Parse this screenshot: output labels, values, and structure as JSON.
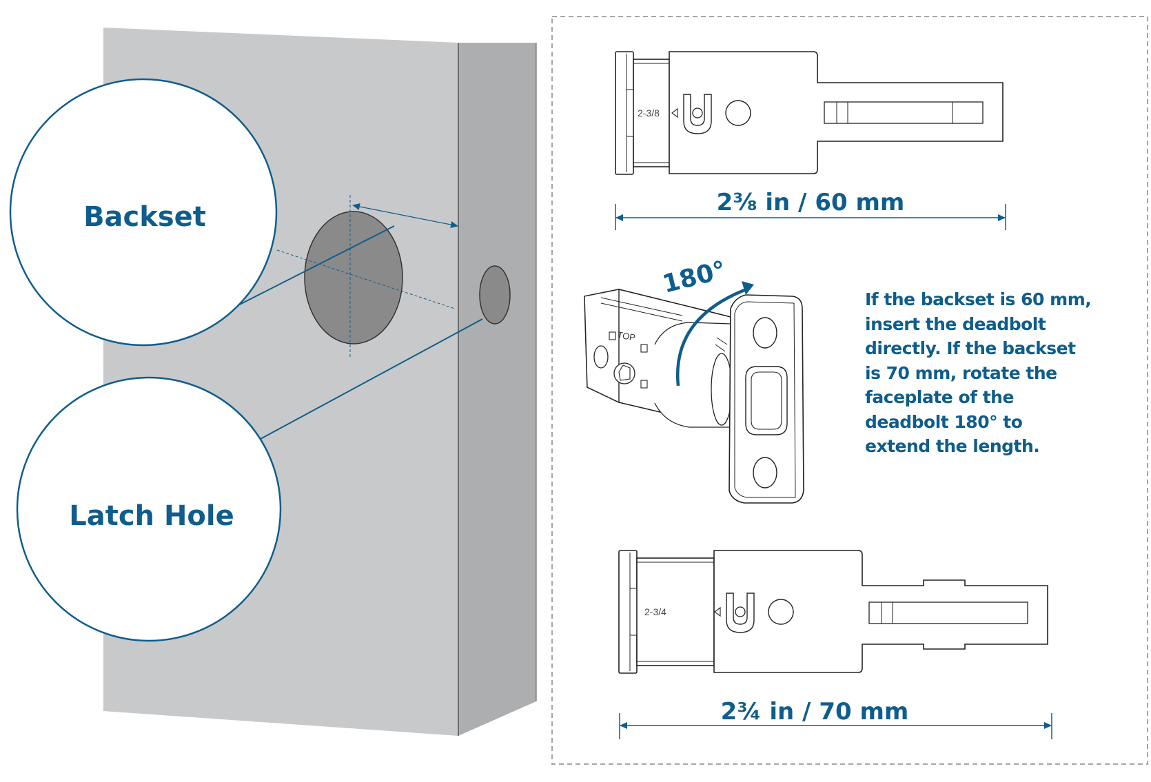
{
  "colors": {
    "accent": "#0f5d8c",
    "door_face": "#c8c9ca",
    "door_edge": "#adaeaf",
    "hole": "#8a8a8a",
    "panel_border": "#9a9a9a"
  },
  "callouts": {
    "backset": "Backset",
    "latch_hole": "Latch Hole"
  },
  "top_latch": {
    "marking": "2-3/8",
    "dimension": "2⅜ in / 60 mm"
  },
  "rotation": {
    "label": "180°",
    "top_marking": "TOP"
  },
  "bottom_latch": {
    "marking": "2-3/4",
    "dimension": "2¾ in / 70 mm"
  },
  "instruction": {
    "text": "If the backset is 60 mm, insert the deadbolt directly. If the backset is 70 mm, rotate the faceplate of the deadbolt 180° to extend the length."
  }
}
